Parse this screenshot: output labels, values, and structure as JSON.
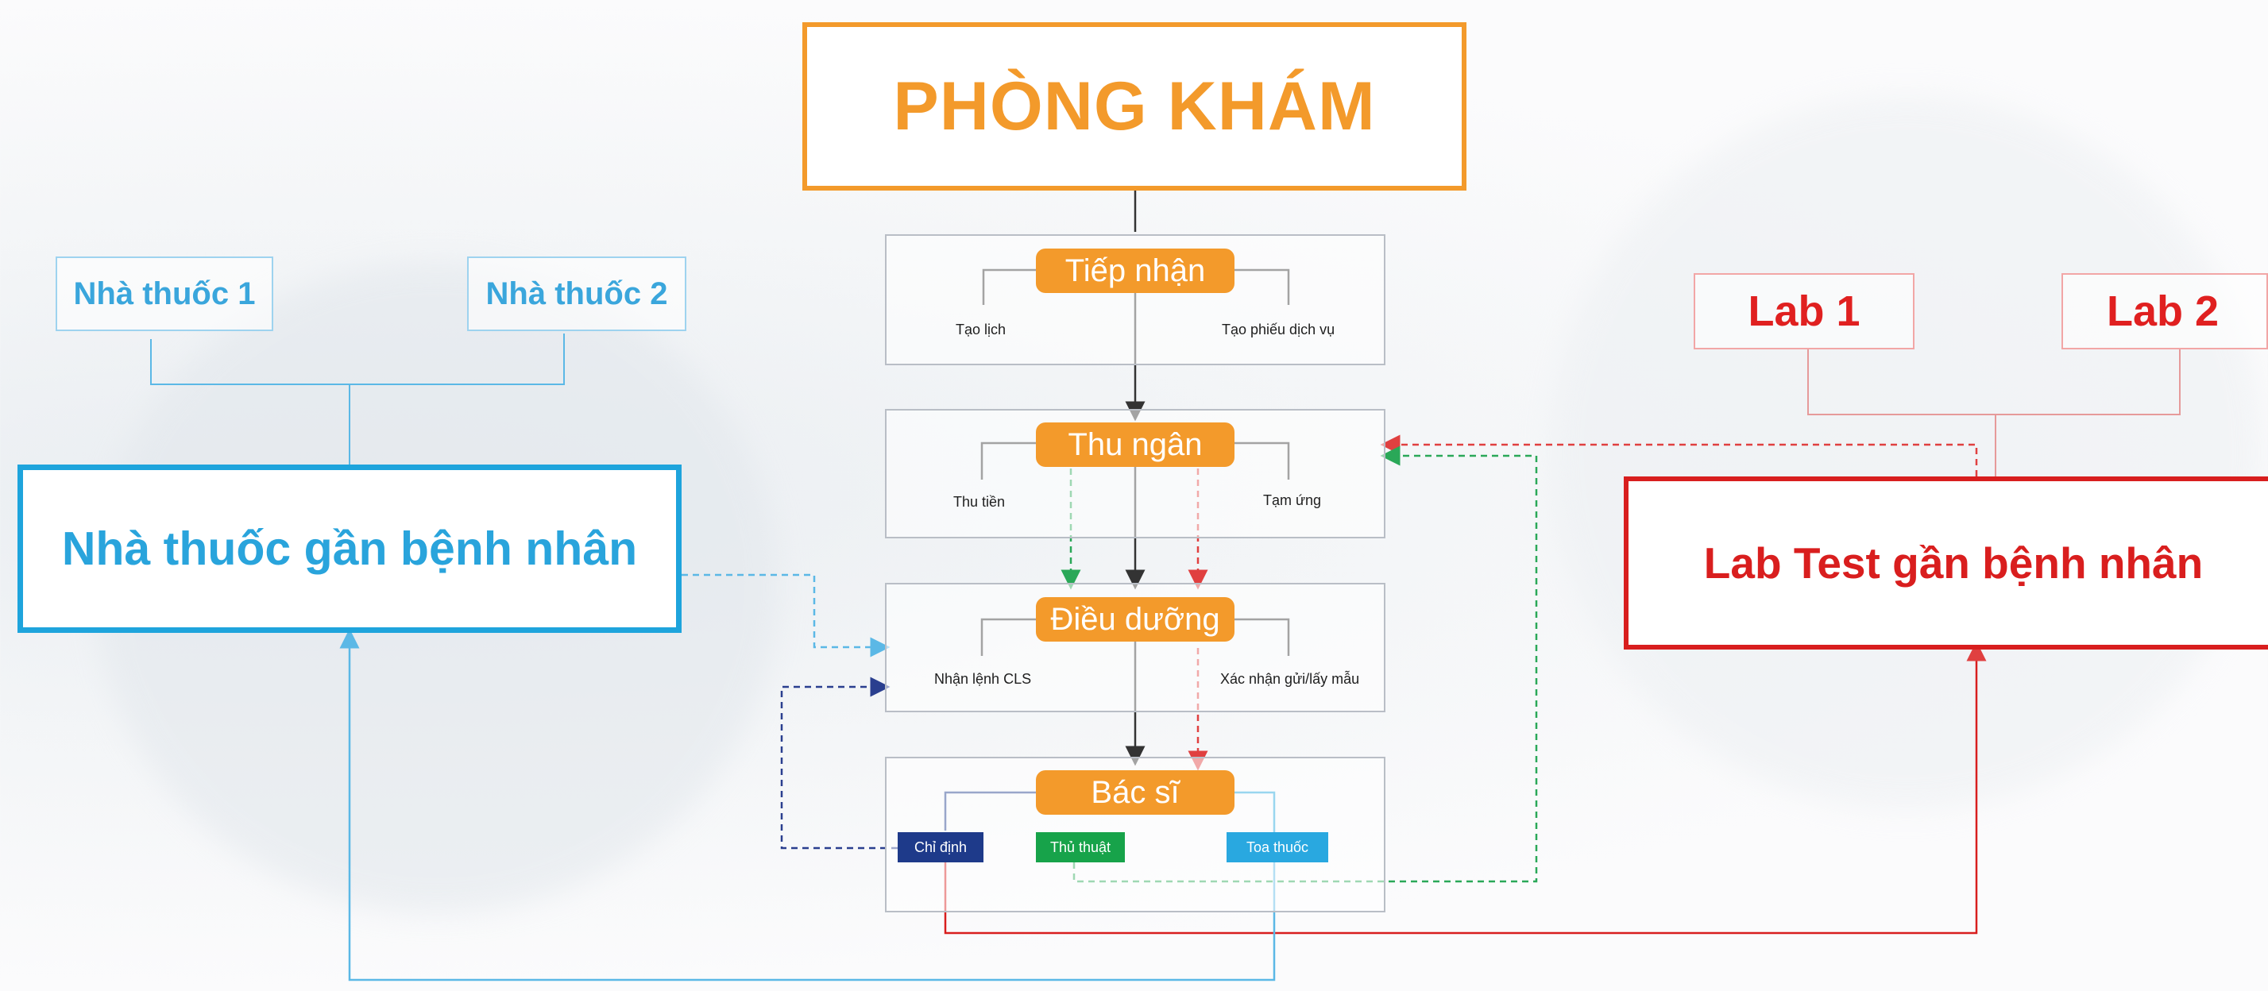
{
  "title": "PHÒNG KHÁM",
  "colors": {
    "orange": "#f39a2b",
    "blue": "#1ea4dc",
    "red": "#d81e1e",
    "green": "#17a34a",
    "navy": "#1e3a8a"
  },
  "pharmacy": {
    "items": [
      "Nhà thuốc 1",
      "Nhà thuốc 2"
    ],
    "main": "Nhà thuốc gần bệnh nhân"
  },
  "lab": {
    "items": [
      "Lab 1",
      "Lab 2"
    ],
    "main": "Lab Test gần bệnh nhân"
  },
  "stages": [
    {
      "label": "Tiếp nhận",
      "left": "Tạo lịch",
      "right": "Tạo phiếu dịch vụ"
    },
    {
      "label": "Thu ngân",
      "left": "Thu tiền",
      "right": "Tạm ứng"
    },
    {
      "label": "Điều dưỡng",
      "left": "Nhận lệnh CLS",
      "right": "Xác nhận gửi/lấy mẫu"
    },
    {
      "label": "Bác sĩ",
      "chips": [
        "Chỉ định",
        "Thủ thuật",
        "Toa thuốc"
      ]
    }
  ]
}
